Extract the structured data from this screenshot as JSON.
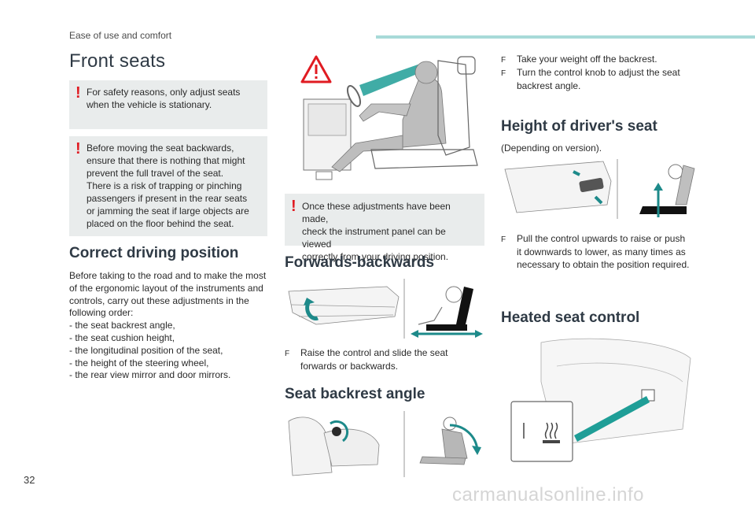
{
  "header": {
    "section": "Ease of use and comfort"
  },
  "page_title": "Front seats",
  "warnings": {
    "w1": "For safety reasons, only adjust seats when the vehicle is stationary.",
    "w2_lines": [
      "Before moving the seat backwards,",
      "ensure that there is nothing that might",
      "prevent the full travel of the seat.",
      "There is a risk of trapping or pinching",
      "passengers if present in the rear seats",
      "or jamming the seat if large objects are",
      "placed on the floor behind the seat."
    ],
    "w3_lines": [
      "Once these adjustments have been made,",
      "check the instrument panel can be viewed",
      "correctly from your driving position."
    ],
    "mark": "!"
  },
  "correct_position": {
    "heading": "Correct driving position",
    "intro_lines": [
      "Before taking to the road and to make the most",
      "of the ergonomic layout of the instruments and",
      "controls, carry out these adjustments in the",
      "following order:"
    ],
    "steps": [
      "-  the seat backrest angle,",
      "-  the seat cushion height,",
      "-  the longitudinal position of the seat,",
      "-  the height of the steering wheel,",
      "-  the rear view mirror and door mirrors."
    ]
  },
  "forwards_backwards": {
    "heading": "Forwards-backwards",
    "bullet_marker": "F",
    "instruction_lines": [
      "Raise the control and slide the seat",
      "forwards or backwards."
    ]
  },
  "backrest": {
    "heading": "Seat backrest angle",
    "bullet_marker": "F",
    "instructions": [
      [
        "Take your weight off the backrest."
      ],
      [
        "Turn the control knob to adjust the seat",
        "backrest angle."
      ]
    ]
  },
  "height": {
    "heading": "Height of driver's seat",
    "note": "(Depending on version).",
    "bullet_marker": "F",
    "instruction_lines": [
      "Pull the control upwards to raise or push",
      "it downwards to lower, as many times as",
      "necessary to obtain the position required."
    ]
  },
  "heated": {
    "heading": "Heated seat control"
  },
  "footer": {
    "page_number": "32",
    "watermark": "carmanualsonline.info"
  },
  "colors": {
    "accent": "#a8dad8",
    "warning_red": "#e01b22",
    "arrow_teal": "#1d8a8a",
    "panel_grey": "#e9ecec"
  }
}
